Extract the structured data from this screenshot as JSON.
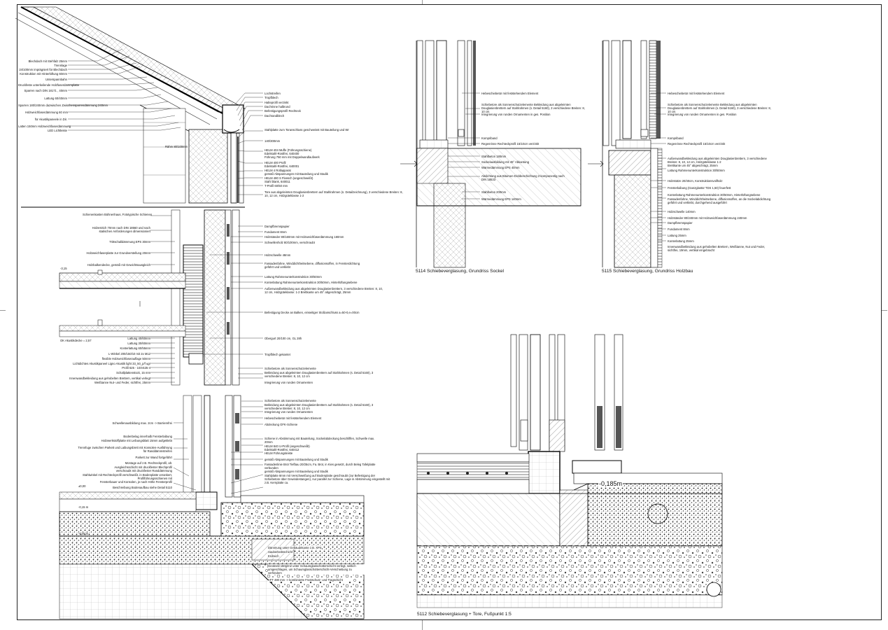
{
  "captions": {
    "c5114": "5114 Schiebeverglasung, Grundriss Sockel",
    "c5115": "5115 Schiebeverglasung, Grundriss Holzbau",
    "c5112": "5112 Schiebeverglasung + Tore, Fußpunkt 1:5"
  },
  "dimension": {
    "level": "-0,185m"
  },
  "roof_left_labels": [
    "Blechdach  mit Stehfalz 25mm",
    "Trennlage",
    "24/100mm imprägniert für Blechdach",
    "Konstruktion  mit Hinterlüftung 60mm",
    "Unterspannbahn",
    "Druckfeste unterkeilende  Holzfaserdämmplatte",
    "Sparren nach  DIN 18171 , 40mm",
    "Lattung 60/40mm",
    "Sparren  180/240mm dazwischen Zwischensparrendämmung 240mm",
    "Holzweichfaserdämmung  60 mm",
    "für Akustikpaneele  in Dir.",
    "Latten 150mm Holzweichfaserdämmung",
    "LED Lichtleiste"
  ],
  "roof_right_labels": [
    "Lochstreifen",
    "Tropfblech",
    "Halteprofil verzinkt",
    "Dachrinne halbrund",
    "Befestigungsprofil Rechteck",
    "Dachrandblech",
    "Stahlplatte zum Toranschluss geschweisst mit Bauteilung und Wr",
    "140/300mm",
    "Rähm 80/100mm",
    "HELM 404 Muffe (Führungsschiene)",
    "Edelstahl-Rostfrei, 640400",
    "Führung 750 mm mit Doppelwandlaufwerk",
    "HELM 400 Profil",
    "Edelstahl-Rostfrei, 640001",
    "HELM 4 Rollapparat",
    "gemäß Abspannungen mit Bauteilung und Stadik",
    "HELM 480 S Flansch (angeschweißt)",
    "Stahl blank, 640011",
    "T-Profil 60/50 mm",
    "Tore aus abgeleimten Douglasienbrettern auf Stahlrahmen (s. Detailzeichnung), 3 verschiedene Breiten: 8, 10, 12 cm, Holzgüteklasse 1-2"
  ],
  "mid_left_labels": [
    "Schienenkasten Bühnenhaus, Fototypische Schienen",
    "Holzestrich 70mm nach DIN 18560 und nach statischen Anforderungen dimensioniert",
    "Trittschalldämmung EPS 30mm",
    "Holzweichfaserplatte zur Grundverstellung 20mm",
    "Holzbalkendecke, gemäß mit Gewichtsausgleich",
    "Lattung 40/60mm",
    "Lattung 30/60mm",
    "Konterlattung 60/55mm",
    "L-Winkel 200/150/10 mit 2x M12",
    "flexible Holzweichfaserauflage 50mm",
    "Lichtdichtes Akustikpaneel Ligno Akustik light 33_50_p/f ugr",
    "Profil 625 - 10/eS25-4",
    "Schallplattenstück, 15 mm",
    "Innenwandbekleidung aus gehobelten Brettern, vertikal verlegt",
    "Weißtanne Nut- und Feder, sichtfrei, 25mm"
  ],
  "mid_right_labels": [
    "Dampfbremspapier",
    "Fundament 8mm",
    "Holzständer 80/160mm mit Holzweichfaserdämmung  160mm",
    "Schwellenholz 80/100mm, verschraubt",
    "Holzschwelle 48mm",
    "Fassadenfahne, Winddichtheitsebene, diffusionsoffen, in Fensterdichtung geführt und verklebt",
    "Lattung Rahmenunterkonstruktion  30/50mm",
    "Konterlattung Rahmenunterkonstruktion  30/50mm, Hinterlüftungsebene",
    "Außenwandbekleidung aus abgeleimten Douglasienbrettern, 3 verschiedene Breiten: 8, 10, 12 cm, Holzgüteklasse: 1-2 Brettkante um 45° abgeschrägt, 25mm",
    "Befestigung Decke an Balken, einseitiger Stoßanschluss a=50-0,e=00cm",
    "Obergurt 20/100 cm, GL 28h",
    "Tropfblech gekantet",
    "Schiebetore als Sonnenschutzelemente",
    "Bekleidung aus abgeleimten Douglasienbrettern auf Stahlrahmen (s. Detail 5160), 3 verschiedene Breiten: 8, 10, 12 cm",
    "Integrierung von runden Ornamenten"
  ],
  "low_left_labels": [
    "Schwellenausbildung  max. 2cm -> Barrierefrei",
    "Bodenbelag innerhalb Fensterlaibung",
    "Holzwerkstoffplatte mit Leibungsblatt 15mm aufgeklebt",
    "Trennfuge zwischen Parkett und Laibungsbrett mit Konsolen-Ausführung für Randdämmstreifen",
    "Parkett zur Wand fortgeführt",
    "Montage auf z.B. Rechteckprofil, alt.",
    "Ausgleichsschicht mit druckfester Blechprofil",
    "verschraubt mit druckfester Randdämmung",
    "Stahlwinkel mit Rechteckprofil verschweißt, in Bodenplatte verankert, Profilführungsschienen mit",
    "Fensterbauer und Konsolen, je nach Höhe Fensterprofil",
    "Beschreibung Bodenaufbau siehe Detail 5110"
  ],
  "low_right_labels": [
    "Schiebetore als Sonnenschutzelemente",
    "Bekleidung aus abgeleimten Douglasienbrettern auf Stahlrahmen (s. Detail 5160), 3 verschiedene Breiten: 8, 10, 12 cm",
    "Integrierung von runden Ornamenten",
    "Hebeschiebetür mit feststehendem Element",
    "Abdeckung GFK-Schiene",
    "Schiene in Abstimmung mit Bauteilung, Sockelabdeckung beschliffen, Schwelle max. 20mm",
    "HELM 840 U-Profil (angeschweißt)",
    "Edelstahl-Rostfrei, 640412",
    "HELM Führungsleiste",
    "gemäß Abspannungen mit Bauteilung und Stadik",
    "Fassadenlinie Brot Tiefbau 20/25cm, Fa. Brot, in Kies gesetzt, durch Beleg Tafelplatte verbunden",
    "gemäß Abspannungen mit Bauteilung und Stadik",
    "Stahlplatte 8mm mit Verschweißung auf Bodenplatte geschraubt (zur Befestigung der Schiebetore über Gewindestangen), nur parallel zur Schiene, Lage in Abstimmung eingestellt mit z.B. Kernplatte ca."
  ],
  "bottom_labels": [
    "Dämmung unter Gebäudekante z.B. XPS",
    "Sauberkeitsschicht",
    "Erdreich",
    "Geotextil 150g/m2 unter Schaumglasschotterschicht verlegt, seitlich umgeschlagen, um Schaumglasschotterschicht-Verschiebung zu verhindern",
    "KFT 480 mm -> kombinierte Frostschutz- und Tragschicht"
  ],
  "c5114_labels": [
    "Hebeschiebetür mit feststehendem Element",
    "Schiebetore als Sonnenschutzelemente Bekleidung aus abgeleimten Douglasienbrettern auf Stahlrahmen (s. Detail 5160), 3 verschiedene Breiten: 8, 10 cm",
    "Integrierung von runden Ornamenten in ges. Position",
    "Kompriband",
    "Regenrinne Rechteckprofil 15/10cm verzinkt",
    "Stahlbeton 180mm",
    "Sockelausbildung mit 45° Abkantung",
    "Wärmedämmung EPS 40mm",
    "Abdichtung aus Bitumen-Dickbeschichtung 2-komponentig nach DIN 18533",
    "Stahlbeton 200mm",
    "Wärmedämmung EPS 140mm"
  ],
  "c5115_labels": [
    "Hebeschiebetür mit feststehendem Element",
    "Schiebetore als Sonnenschutzelemente Bekleidung aus abgeleimten Douglasienbrettern auf Stahlrahmen (s. Detail 5160), 3 verschiedene Breiten: 8, 10 cm",
    "Integrierung von runden Ornamenten in ges. Position",
    "Kompriband",
    "Regenrinne Rechteckprofil 15/10cm verzinkt",
    "Außenwandbekleidung aus abgeleimten Douglasienbrettern, 3 verschiedene Breiten: 8, 10, 12 cm, Holzgüteklasse 1-2",
    "Brettkante um 45° abgeschrägt, 25mm",
    "Lattung Rahmenunterkonstruktion  30/50mm",
    "Holzstütze 20/40cm, Konstruktionsvollholz",
    "Fensterlaibung (Ganzglastür TDS 1,50) feuerfest",
    "Konterlattung Rahmenunterkonstruktion 30/50mm, Hinterlüftungsebene",
    "Fassadenfahne, Winddichtheitsebene, diffusionsoffen, an die Sockelabdichtung geführt und verklebt, durchgehend ausgeführt",
    "Holzschwelle 140mm",
    "Holzständer 80/240mm mit Holzweichfaserdämmung  240mm",
    "Dampfbremspapier",
    "Fundament 8mm",
    "Lattung 25mm",
    "Konterlattung 25mm",
    "Innenwandbekleidung aus gehobelten Brettern, Weißtanne, Nut und Feder, sichtfrei, 19mm, vertikal eingebracht"
  ],
  "levels": {
    "a": "±0,00",
    "b": "-0,15 m",
    "c": "-0,45 m",
    "d": "-3,15",
    "e": "OK Akustikdecke = 2,57"
  }
}
